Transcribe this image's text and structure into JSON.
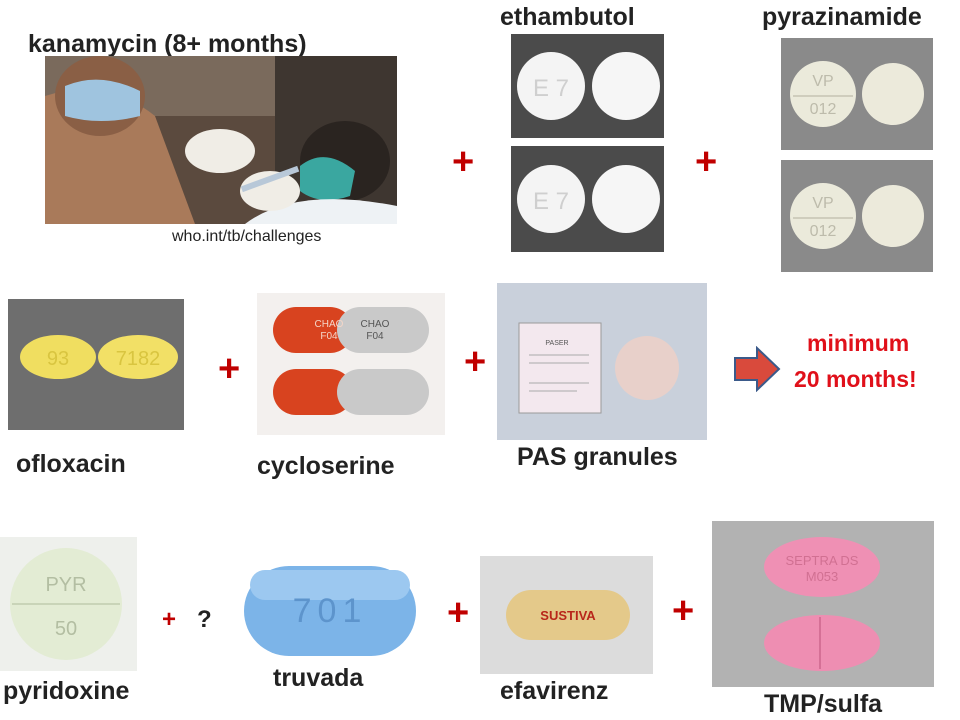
{
  "drugs": {
    "kanamycin": "kanamycin (8+ months)",
    "ethambutol": "ethambutol",
    "pyrazinamide": "pyrazinamide",
    "ofloxacin": "ofloxacin",
    "cycloserine": "cycloserine",
    "pas": "PAS granules",
    "pyridoxine": "pyridoxine",
    "truvada": "truvada",
    "efavirenz": "efavirenz",
    "tmp_sulfa": "TMP/sulfa"
  },
  "credit": "who.int/tb/challenges",
  "plus": "+",
  "question": "?",
  "duration": {
    "line1": "minimum",
    "line2": "20 months!"
  },
  "imprints": {
    "ethambutol": "E 7",
    "pyrazinamide_top": "VP",
    "pyrazinamide_bottom": "012",
    "ofloxacin_left": "93",
    "ofloxacin_right": "7182",
    "cycloserine_left": "CHAO",
    "cycloserine_left2": "F04",
    "cycloserine_right": "CHAO",
    "cycloserine_right2": "F04",
    "pas_packet": "PASER",
    "pyridoxine_top": "PYR",
    "pyridoxine_bottom": "50",
    "truvada": "701",
    "efavirenz": "SUSTIVA",
    "tmp_line1": "SEPTRA DS",
    "tmp_line2": "M053"
  },
  "colors": {
    "plus": "#c00000",
    "duration_text": "#e0101a",
    "arrow_fill": "#d94a3c",
    "arrow_stroke": "#3b5a8a"
  }
}
